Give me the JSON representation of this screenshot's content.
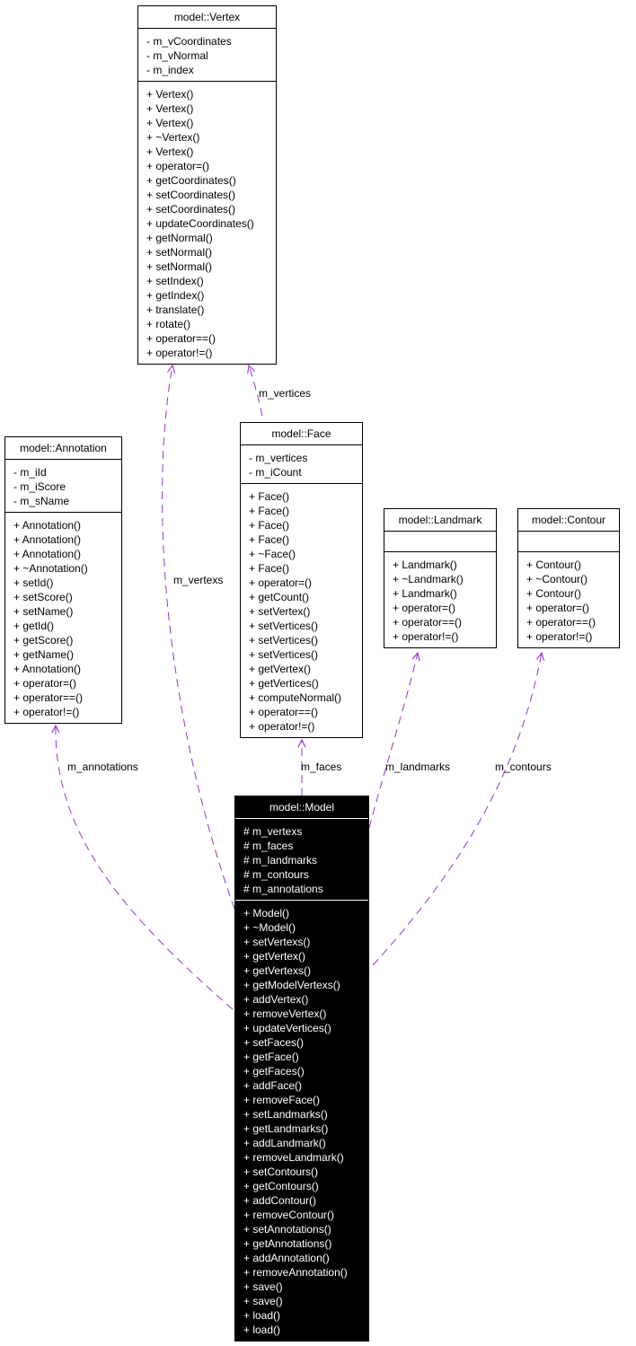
{
  "classes": {
    "vertex": {
      "name": "model::Vertex",
      "attributes": [
        "- m_vCoordinates",
        "- m_vNormal",
        "- m_index"
      ],
      "methods": [
        "+ Vertex()",
        "+ Vertex()",
        "+ Vertex()",
        "+ ~Vertex()",
        "+ Vertex()",
        "+ operator=()",
        "+ getCoordinates()",
        "+ setCoordinates()",
        "+ setCoordinates()",
        "+ updateCoordinates()",
        "+ getNormal()",
        "+ setNormal()",
        "+ setNormal()",
        "+ setIndex()",
        "+ getIndex()",
        "+ translate()",
        "+ rotate()",
        "+ operator==()",
        "+ operator!=()"
      ]
    },
    "annotation": {
      "name": "model::Annotation",
      "attributes": [
        "- m_iId",
        "- m_iScore",
        "- m_sName"
      ],
      "methods": [
        "+ Annotation()",
        "+ Annotation()",
        "+ Annotation()",
        "+ ~Annotation()",
        "+ setId()",
        "+ setScore()",
        "+ setName()",
        "+ getId()",
        "+ getScore()",
        "+ getName()",
        "+ Annotation()",
        "+ operator=()",
        "+ operator==()",
        "+ operator!=()"
      ]
    },
    "face": {
      "name": "model::Face",
      "attributes": [
        "- m_vertices",
        "- m_iCount"
      ],
      "methods": [
        "+ Face()",
        "+ Face()",
        "+ Face()",
        "+ Face()",
        "+ ~Face()",
        "+ Face()",
        "+ operator=()",
        "+ getCount()",
        "+ setVertex()",
        "+ setVertices()",
        "+ setVertices()",
        "+ setVertices()",
        "+ getVertex()",
        "+ getVertices()",
        "+ computeNormal()",
        "+ operator==()",
        "+ operator!=()"
      ]
    },
    "landmark": {
      "name": "model::Landmark",
      "attributes": [],
      "methods": [
        "+ Landmark()",
        "+ ~Landmark()",
        "+ Landmark()",
        "+ operator=()",
        "+ operator==()",
        "+ operator!=()"
      ]
    },
    "contour": {
      "name": "model::Contour",
      "attributes": [],
      "methods": [
        "+ Contour()",
        "+ ~Contour()",
        "+ Contour()",
        "+ operator=()",
        "+ operator==()",
        "+ operator!=()"
      ]
    },
    "model": {
      "name": "model::Model",
      "attributes": [
        "# m_vertexs",
        "# m_faces",
        "# m_landmarks",
        "# m_contours",
        "# m_annotations"
      ],
      "methods": [
        "+ Model()",
        "+ ~Model()",
        "+ setVertexs()",
        "+ getVertex()",
        "+ getVertexs()",
        "+ getModelVertexs()",
        "+ addVertex()",
        "+ removeVertex()",
        "+ updateVertices()",
        "+ setFaces()",
        "+ getFace()",
        "+ getFaces()",
        "+ addFace()",
        "+ removeFace()",
        "+ setLandmarks()",
        "+ getLandmarks()",
        "+ addLandmark()",
        "+ removeLandmark()",
        "+ setContours()",
        "+ getContours()",
        "+ addContour()",
        "+ removeContour()",
        "+ setAnnotations()",
        "+ getAnnotations()",
        "+ addAnnotation()",
        "+ removeAnnotation()",
        "+ save()",
        "+ save()",
        "+ load()",
        "+ load()"
      ]
    }
  },
  "edges": {
    "face_vertex": "m_vertices",
    "model_vertex": "m_vertexs",
    "model_annotation": "m_annotations",
    "model_face": "m_faces",
    "model_landmark": "m_landmarks",
    "model_contour": "m_contours"
  },
  "colors": {
    "edge": "#9a32cd",
    "highlight_fill": "#000000",
    "highlight_text": "#ffffff"
  }
}
